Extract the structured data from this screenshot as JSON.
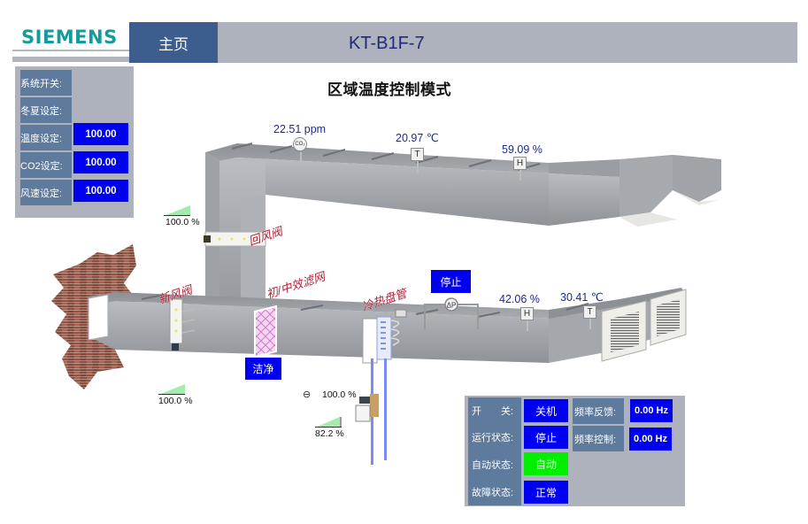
{
  "header": {
    "brand": "SIEMENS",
    "home_tab": "主页",
    "device_title": "KT-B1F-7"
  },
  "settings_panel": {
    "items": [
      {
        "label": "系统开关:",
        "value": null
      },
      {
        "label": "冬夏设定:",
        "value": null
      },
      {
        "label": "温度设定:",
        "value": "100.00"
      },
      {
        "label": "CO2设定:",
        "value": "100.00"
      },
      {
        "label": "风速设定:",
        "value": "100.00"
      }
    ]
  },
  "page_title": "区域温度控制模式",
  "sensors": {
    "return_co2": {
      "value": "22.51 ppm",
      "icon": "co2-sensor-icon",
      "glyph": "CO₂"
    },
    "return_temp": {
      "value": "20.97 ℃",
      "icon": "temperature-sensor-icon",
      "glyph": "T"
    },
    "return_humidity": {
      "value": "59.09 %",
      "icon": "humidity-sensor-icon",
      "glyph": "H"
    },
    "supply_humidity": {
      "value": "42.06 %",
      "icon": "humidity-sensor-icon",
      "glyph": "H"
    },
    "supply_temp": {
      "value": "30.41 ℃",
      "icon": "temperature-sensor-icon",
      "glyph": "T"
    },
    "differential_pressure": {
      "icon": "pressure-sensor-icon",
      "glyph": "ΔP"
    }
  },
  "equipment_labels": {
    "return_damper": "回风阀",
    "filter": "初/中效滤网",
    "fresh_damper": "新风阀",
    "coil": "冷热盘管"
  },
  "buttons": {
    "fan_status": "停止",
    "filter_status": "洁净"
  },
  "gauges": {
    "return_damper": "100.0 %",
    "fresh_damper": "100.0 %",
    "valve_feedback": "100.0 %",
    "valve_output": "82.2 %"
  },
  "status_panel": {
    "rows": [
      {
        "label": "开　　关:",
        "value": "关机",
        "color": "#0000f0"
      },
      {
        "label": "运行状态:",
        "value": "停止",
        "color": "#0000f0"
      },
      {
        "label": "自动状态:",
        "value": "自动",
        "color": "#00ee00"
      },
      {
        "label": "故障状态:",
        "value": "正常",
        "color": "#0000f0"
      }
    ],
    "freq": [
      {
        "label": "频率反馈:",
        "value": "0.00 Hz"
      },
      {
        "label": "频率控制:",
        "value": "0.00 Hz"
      }
    ]
  },
  "colors": {
    "brand": "#139c9b",
    "home_tab": "#3d5d8f",
    "title_bar": "#adb2bc",
    "label_bg": "#5e7a9c",
    "value_blue": "#0000f0",
    "auto_green": "#00ee00",
    "reading_text": "#1a2a9a",
    "equip_label": "#b0203a"
  }
}
